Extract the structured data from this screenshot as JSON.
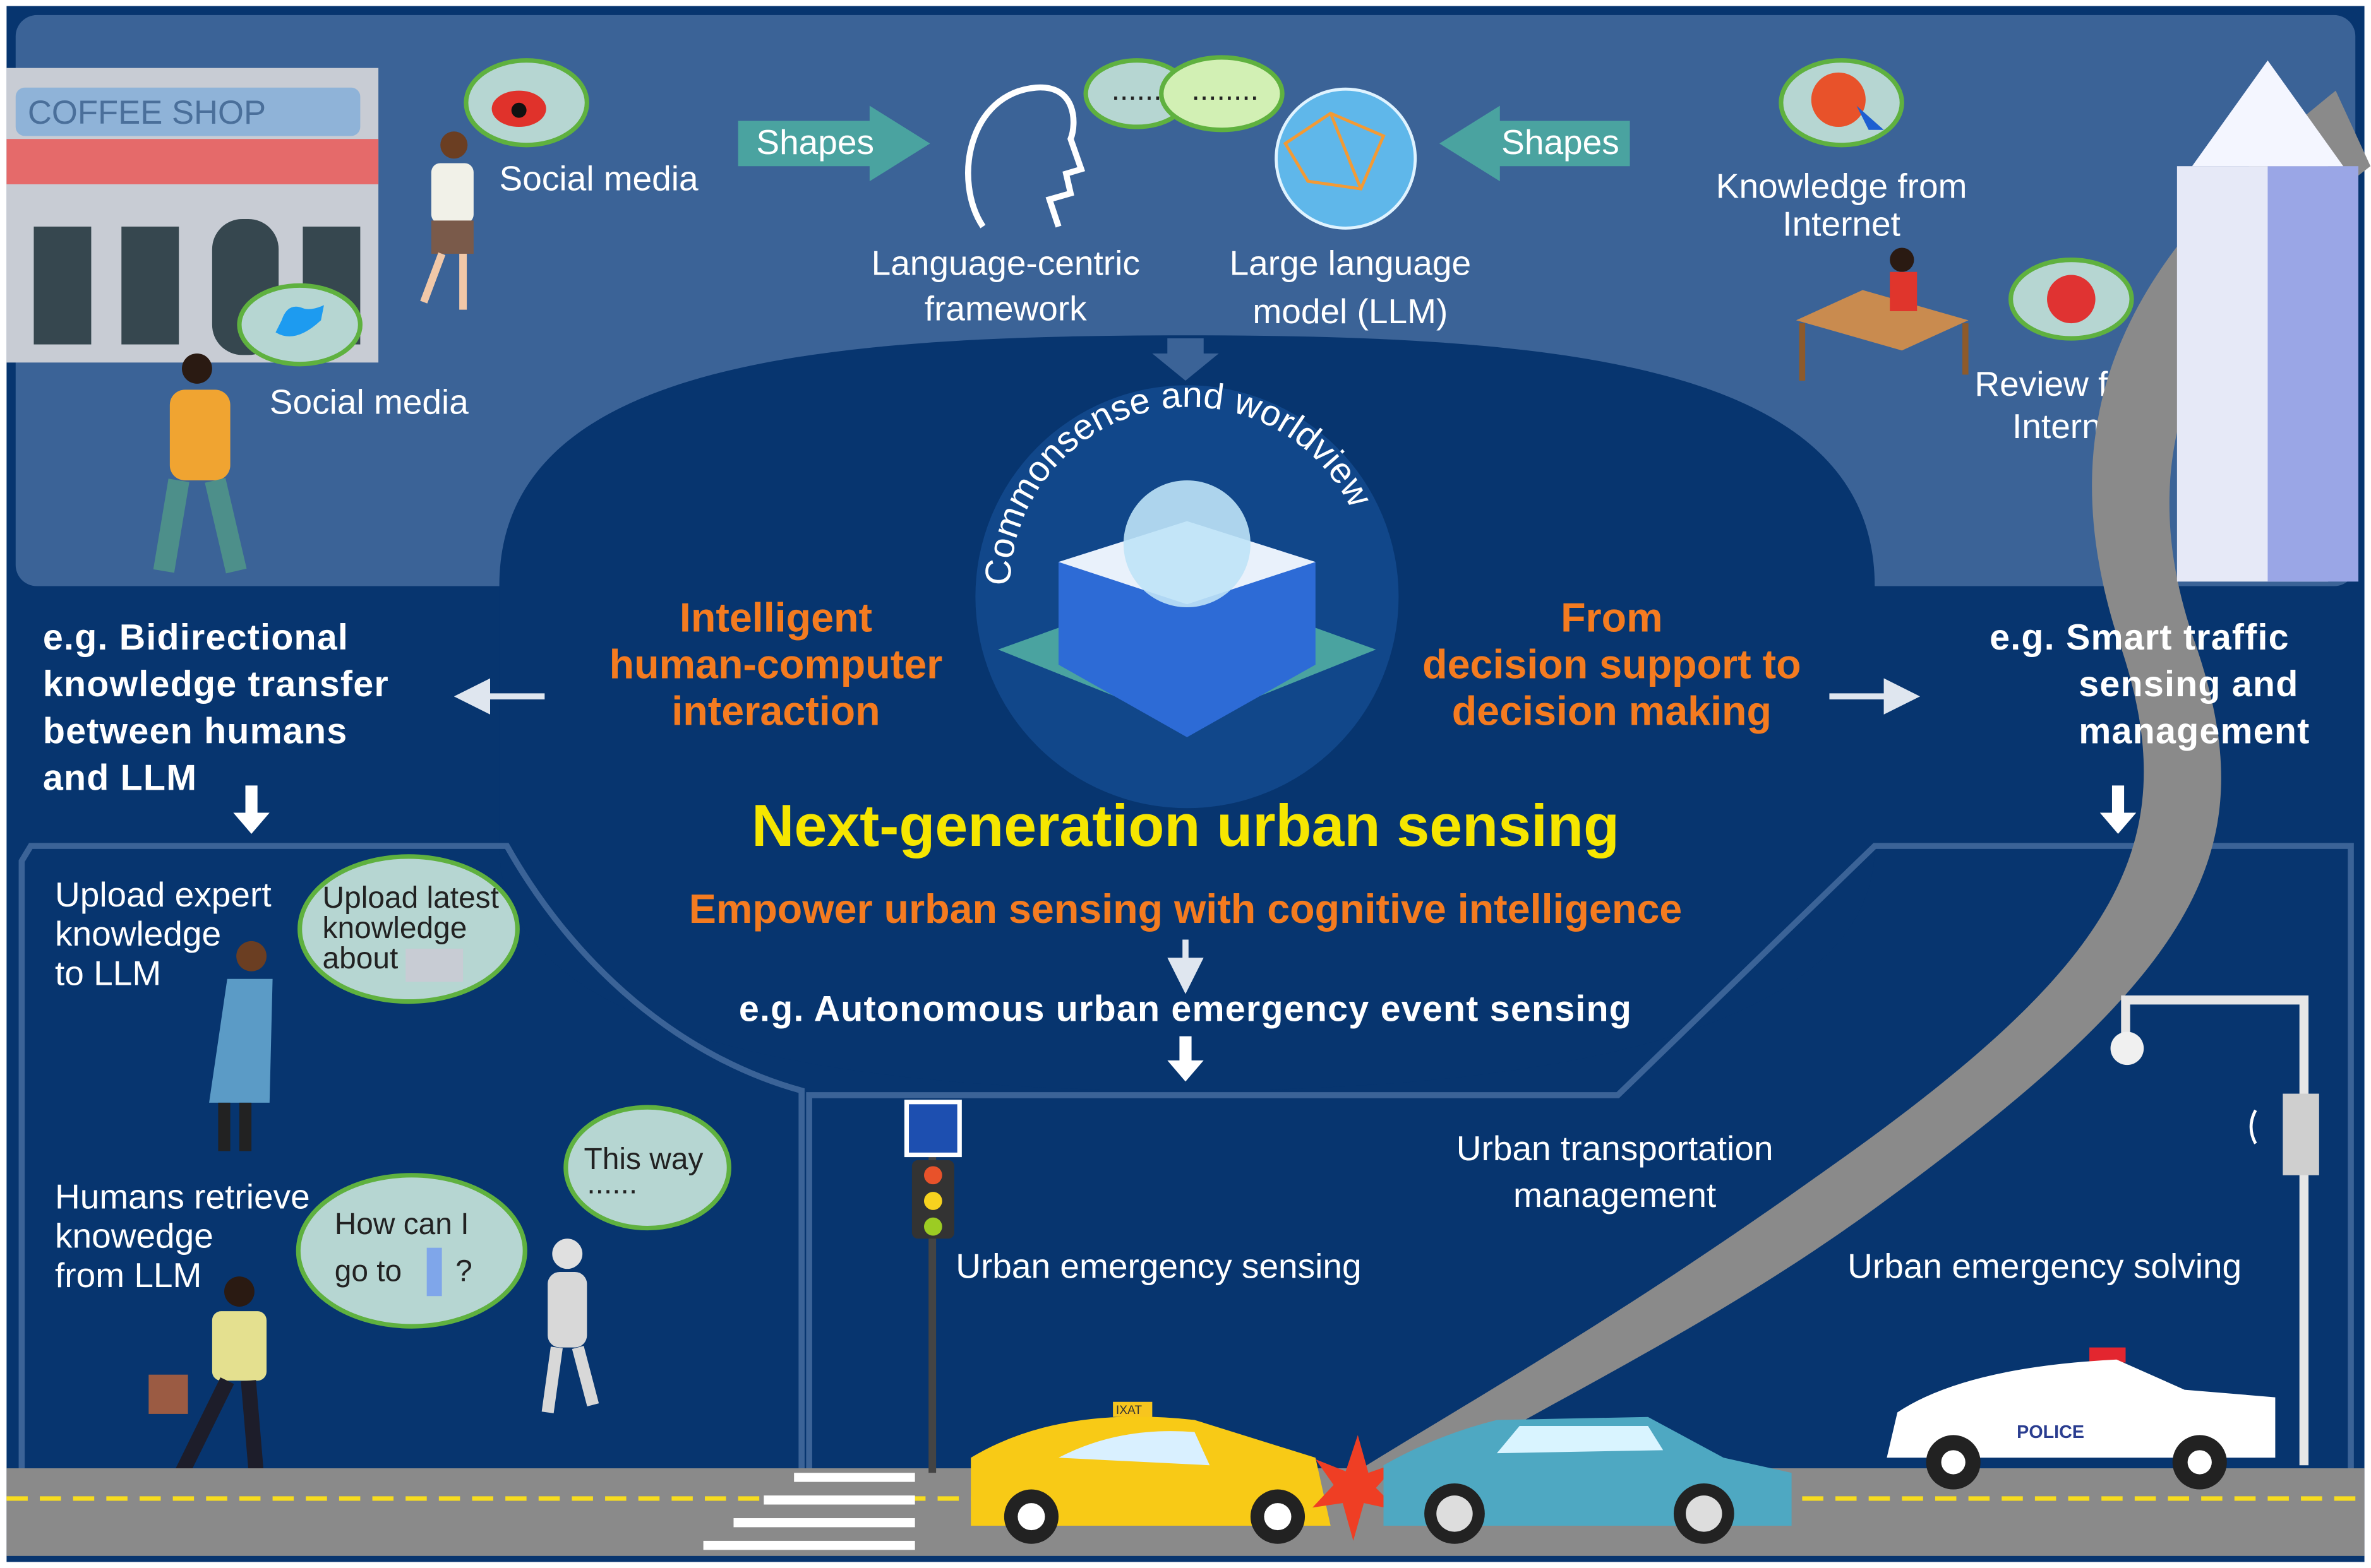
{
  "colors": {
    "background": "#07356f",
    "top_band": "#3b6397",
    "title_yellow": "#f6e600",
    "subtitle_orange": "#f47b20",
    "bubble_fill": "#b6d6d2",
    "bubble_border": "#5fb13f",
    "arrow_teal": "#4aa3a0",
    "road": "#8a8a8a"
  },
  "top": {
    "shop_sign": "COFFEE SHOP",
    "social_media_1": "Social media",
    "social_media_2": "Social media",
    "shapes_left": "Shapes",
    "shapes_right": "Shapes",
    "language_framework": [
      "Language-centric",
      "framework"
    ],
    "llm": [
      "Large language",
      "model (LLM)"
    ],
    "knowledge_internet": [
      "Knowledge from",
      "Internet"
    ],
    "review_internet": [
      "Review from",
      "Internet"
    ],
    "speech_dots_1": "......",
    "speech_dots_2": "........"
  },
  "center": {
    "arc_text": "Commonsense and worldview",
    "left_label": [
      "Intelligent",
      "human-computer",
      "interaction"
    ],
    "right_label": [
      "From",
      "decision support to",
      "decision making"
    ],
    "title": "Next-generation urban sensing",
    "subtitle": "Empower urban sensing with cognitive intelligence",
    "example": "e.g.  Autonomous urban emergency event sensing"
  },
  "left": {
    "example": [
      "e.g.  Bidirectional",
      "knowledge transfer",
      "between humans",
      "and LLM"
    ],
    "upload_expert": [
      "Upload expert",
      "knowledge",
      "to LLM"
    ],
    "bubble_upload": [
      "Upload latest",
      "knowledge",
      "about"
    ],
    "retrieve": [
      "Humans retrieve",
      "knowedge",
      "from LLM"
    ],
    "bubble_question": [
      "How can I",
      "go to",
      "?"
    ],
    "bubble_answer": [
      "This way",
      "......"
    ]
  },
  "right": {
    "example": [
      "e.g.  Smart traffic",
      "sensing and",
      "management"
    ]
  },
  "bottom": {
    "transport_mgmt": [
      "Urban transportation",
      "management"
    ],
    "emergency_sensing": "Urban emergency sensing",
    "emergency_solving": "Urban emergency solving",
    "taxi_sign": "IXAT",
    "police_label": "POLICE"
  }
}
